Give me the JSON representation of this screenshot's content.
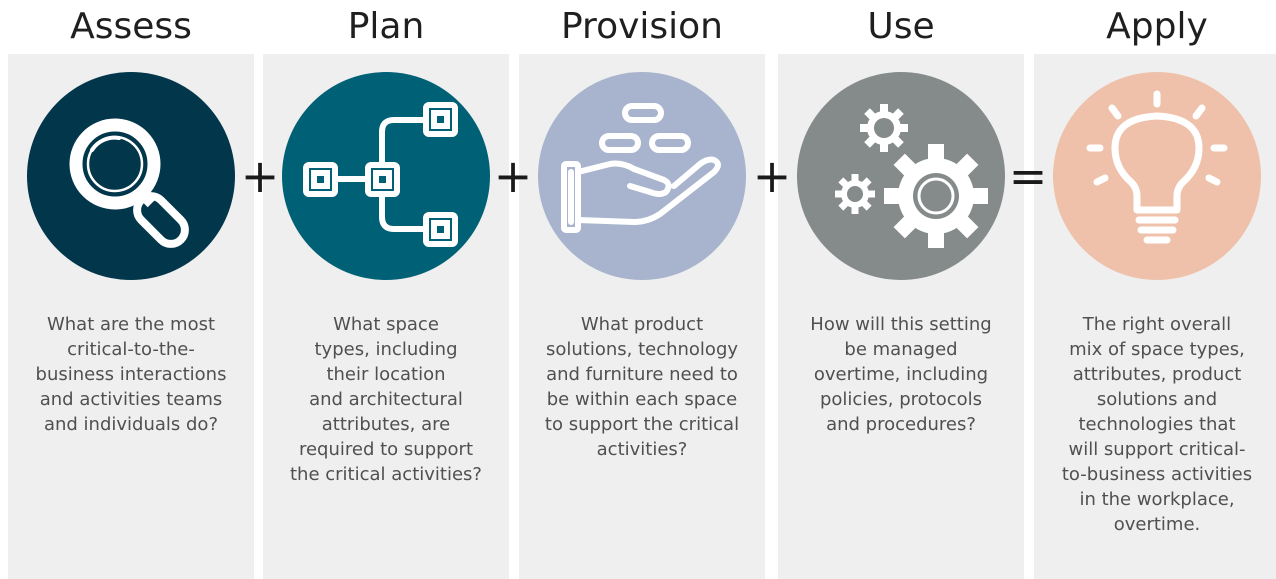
{
  "steps": [
    {
      "title": "Assess",
      "icon": "magnifying-glass-icon",
      "circle_color": "#02364b",
      "description": "What are the most\ncritical-to-the-\nbusiness interactions\nand activities teams\nand individuals do?"
    },
    {
      "title": "Plan",
      "icon": "hierarchy-diagram-icon",
      "circle_color": "#006075",
      "description": "What space\ntypes, including\ntheir location\nand architectural\nattributes, are\nrequired to support\nthe critical activities?"
    },
    {
      "title": "Provision",
      "icon": "hand-offering-icon",
      "circle_color": "#a8b4cd",
      "description": "What product\nsolutions, technology\nand furniture need to\nbe within each space\nto support the critical\nactivities?"
    },
    {
      "title": "Use",
      "icon": "gears-icon",
      "circle_color": "#858b8a",
      "description": "How will this setting\nbe managed\novertime, including\npolicies, protocols\nand procedures?"
    },
    {
      "title": "Apply",
      "icon": "lightbulb-icon",
      "circle_color": "#efc1aa",
      "description": "The right overall\nmix of space types,\nattributes, product\nsolutions and\ntechnologies that\nwill support critical-\nto-business activities\nin the workplace,\novertime."
    }
  ],
  "operators": [
    "+",
    "+",
    "+",
    "="
  ],
  "colors": {
    "panel_background": "#efefef",
    "icon_stroke": "#ffffff",
    "title_text": "#1f1f1f",
    "body_text": "#505050"
  }
}
